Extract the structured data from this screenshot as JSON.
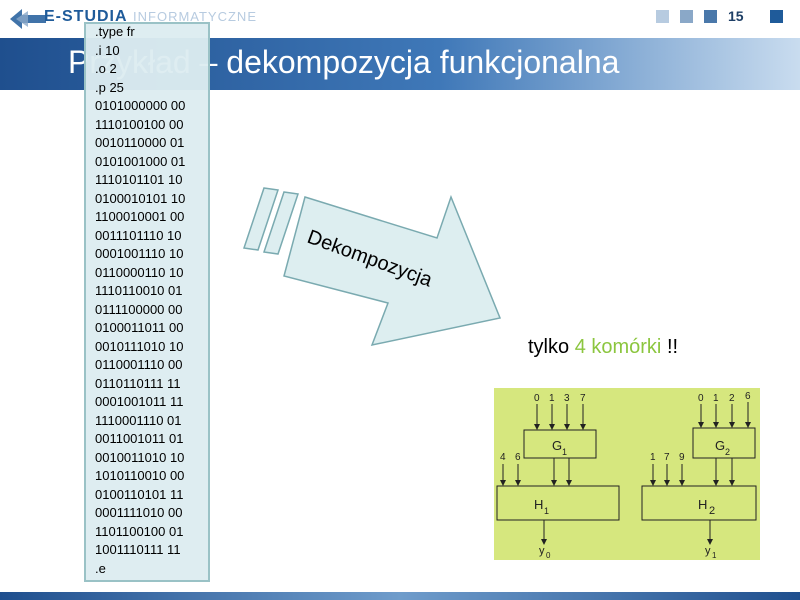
{
  "header": {
    "logo_text_main": "E-STUDIA",
    "logo_text_sub": "INFORMATYCZNE",
    "page_number": "15",
    "squares": [
      "#b7cbe0",
      "#8aa8c8",
      "#4a78aa",
      "#1f5b9a"
    ]
  },
  "slide": {
    "title": "Przykład – dekompozycja funkcjonalna",
    "arrow_label": "Dekompozycja",
    "result_prefix": "tylko ",
    "result_highlight": "4 komórki",
    "result_suffix": " !!",
    "highlight_color": "#8cc63f"
  },
  "code_lines": [
    ".type fr",
    ".i 10",
    ".o 2",
    ".p 25",
    "0101000000 00",
    "1110100100 00",
    "0010110000 01",
    "0101001000 01",
    "1110101101 10",
    "0100010101 10",
    "1100010001 00",
    "0011101110 10",
    "0001001110 10",
    "0110000110 10",
    "1110110010 01",
    "0111100000 00",
    "0100011011 00",
    "0010111010 10",
    "0110001110 00",
    "0110110111 11",
    "0001001011 11",
    "1110001110 01",
    "0011001011 01",
    "0010011010 10",
    "1010110010 00",
    "0100110101 11",
    "0001111010 00",
    "1101100100 01",
    "1001110111 11",
    ".e"
  ],
  "diagram": {
    "g1": {
      "label": "G",
      "sub": "1",
      "inputs": [
        "0",
        "1",
        "3",
        "7"
      ]
    },
    "h1": {
      "label": "H",
      "sub": "1",
      "inputs": [
        "4",
        "6"
      ],
      "output": "y",
      "output_sub": "0"
    },
    "g2": {
      "label": "G",
      "sub": "2",
      "inputs": [
        "0",
        "1",
        "2",
        "6"
      ]
    },
    "h2": {
      "label": "H",
      "sub": "2",
      "inputs": [
        "1",
        "7",
        "9"
      ],
      "output": "y",
      "output_sub": "1"
    }
  }
}
